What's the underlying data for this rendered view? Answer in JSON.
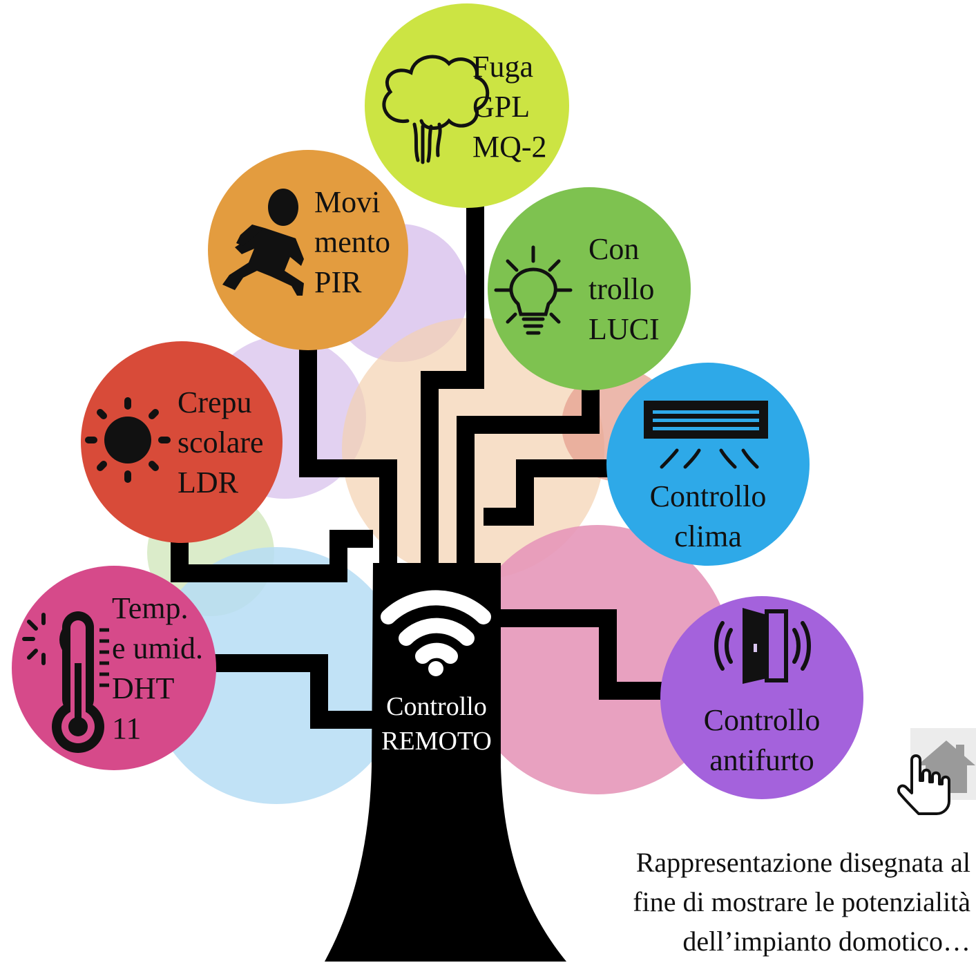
{
  "nodes": {
    "gpl": [
      "Fuga",
      "GPL",
      "MQ-2"
    ],
    "movimento": [
      "Movi",
      "mento",
      "PIR"
    ],
    "luci": [
      "Con",
      "trollo",
      "LUCI"
    ],
    "crepuscolare": [
      "Crepu",
      "scolare",
      "LDR"
    ],
    "clima": [
      "Controllo",
      "clima"
    ],
    "temp": [
      "Temp.",
      "e umid.",
      "DHT",
      "11"
    ],
    "antifurto": [
      "Controllo",
      "antifurto"
    ],
    "remoto": [
      "Controllo",
      "REMOTO"
    ]
  },
  "caption": [
    "Rappresentazione disegnata al",
    "fine di mostrare le potenzialità",
    "dell’impianto domotico…"
  ],
  "colors": {
    "gpl": "#cce443",
    "movimento": "#e39c3f",
    "luci": "#7ec250",
    "crepuscolare": "#d84b39",
    "clima": "#2ea9e8",
    "temp": "#d64a8a",
    "antifurto": "#a462dc",
    "trunk": "#000000"
  },
  "icons": {
    "gpl": "gas-cloud-icon",
    "movimento": "running-person-icon",
    "luci": "light-bulb-icon",
    "crepuscolare": "sun-icon",
    "clima": "air-conditioner-icon",
    "temp": "thermometer-icon",
    "antifurto": "door-alarm-icon",
    "remoto": "wifi-icon",
    "home": "home-icon",
    "pointer": "hand-pointer-icon"
  }
}
